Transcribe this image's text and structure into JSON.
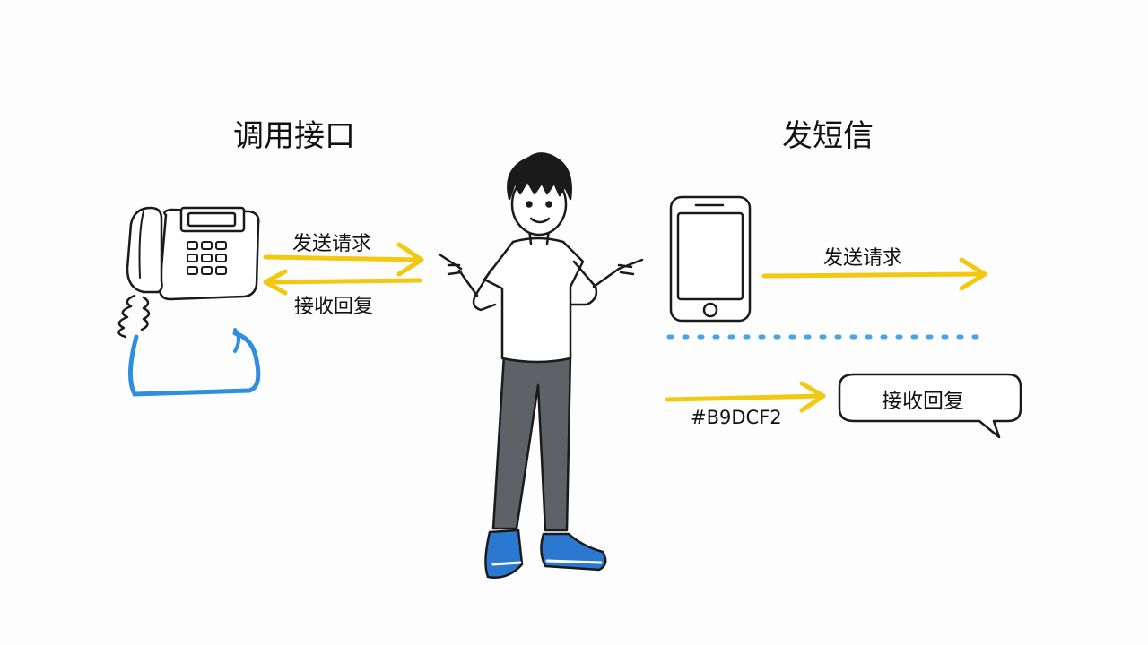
{
  "titles": {
    "left": "调用接口",
    "right": "发短信"
  },
  "labels": {
    "left_send": "发送请求",
    "left_receive": "接收回复",
    "right_send": "发送请求",
    "color_note": "#B9DCF2",
    "reply_bubble": "接收回复"
  },
  "colors": {
    "arrow": "#F2C811",
    "cord": "#2E8FE0",
    "dots": "#4AA3E8",
    "shoes": "#2B78D0",
    "pants": "#5E6166",
    "ink": "#1A1A1A"
  },
  "icons": [
    "desk-phone-icon",
    "smartphone-icon",
    "person-illustration",
    "speech-bubble-icon"
  ]
}
